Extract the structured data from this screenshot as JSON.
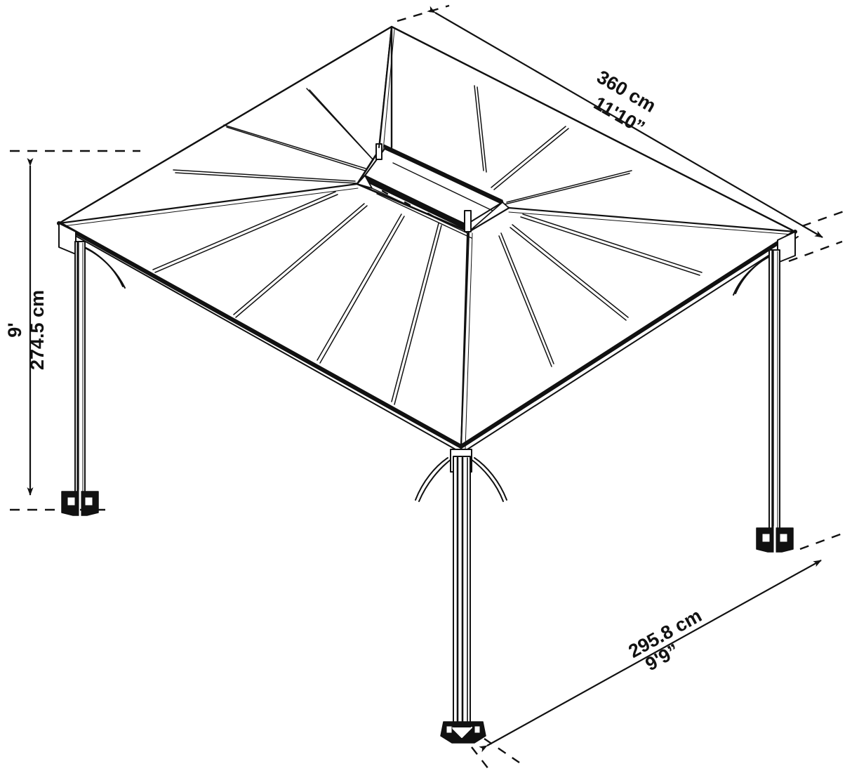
{
  "drawing": {
    "title": "Gazebo dimensioned isometric drawing",
    "background_color": "#ffffff",
    "line_color": "#111111",
    "units_primary": "cm",
    "units_secondary": "ft-in",
    "projection": "isometric"
  },
  "dimensions": {
    "width": {
      "name": "roof-width",
      "metric": "360 cm",
      "imperial": "11'10”",
      "position": "top-right",
      "orientation": "diagonal-down-right"
    },
    "depth": {
      "name": "roof-depth",
      "metric": "295.8 cm",
      "imperial": "9'9”",
      "position": "bottom-right",
      "orientation": "diagonal-up-right"
    },
    "height": {
      "name": "post-height",
      "metric": "274.5 cm",
      "imperial": "9'",
      "position": "left",
      "orientation": "vertical"
    }
  },
  "structure": {
    "roof_type": "hip",
    "vent": "raised-roof-cupola",
    "posts": 4,
    "brackets": "corner-braces",
    "base_plates": "anchor-feet"
  }
}
